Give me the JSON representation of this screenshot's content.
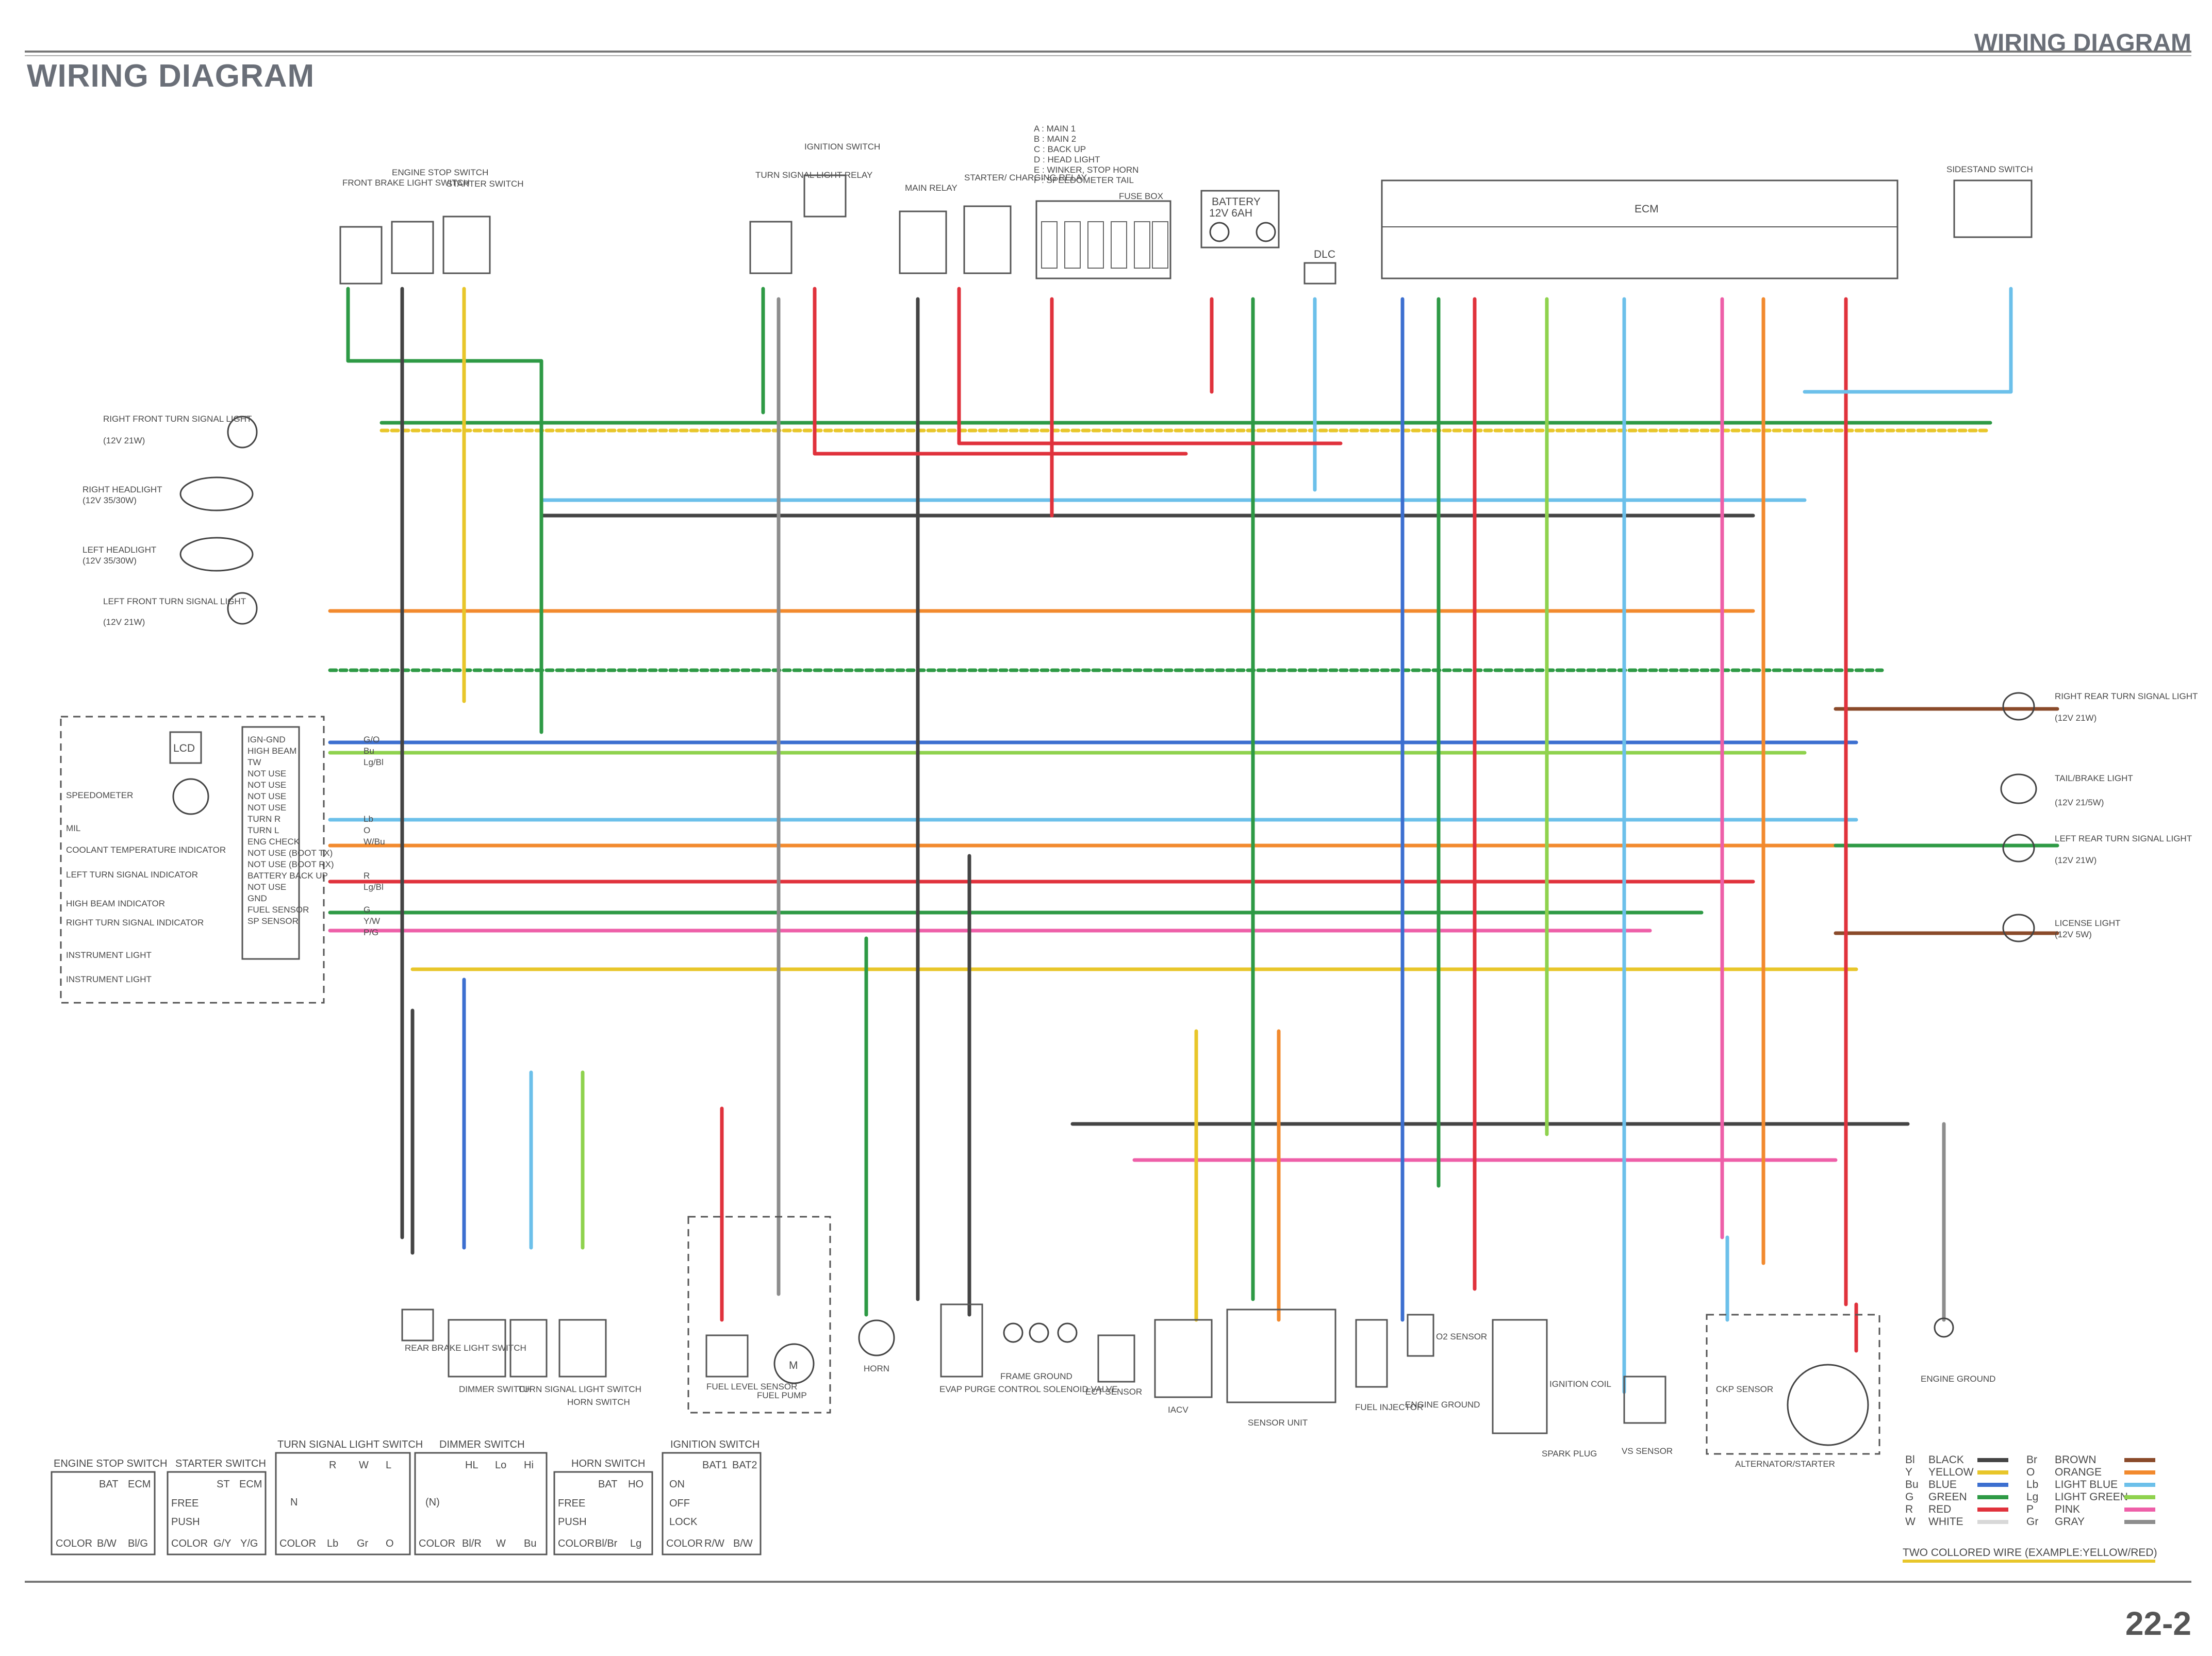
{
  "header": {
    "title_left": "WIRING DIAGRAM",
    "title_right": "WIRING DIAGRAM",
    "page_number": "22-2"
  },
  "components": {
    "front_brake_light_switch": "FRONT BRAKE LIGHT SWITCH",
    "engine_stop_switch": "ENGINE STOP SWITCH",
    "starter_switch": "STARTER SWITCH",
    "turn_signal_light_relay": "TURN SIGNAL LIGHT RELAY",
    "ignition_switch": "IGNITION SWITCH",
    "main_relay": "MAIN RELAY",
    "starter_charging_relay": "STARTER/ CHARGING RELAY",
    "fuse_box": "FUSE BOX",
    "battery": "BATTERY",
    "battery_rating": "12V 6AH",
    "dlc": "DLC",
    "ecm": "ECM",
    "sidestand_switch": "SIDESTAND SWITCH",
    "right_front_turn": "RIGHT FRONT TURN SIGNAL LIGHT",
    "right_front_turn_rating": "(12V 21W)",
    "right_headlight": "RIGHT HEADLIGHT",
    "right_headlight_rating": "(12V 35/30W)",
    "left_headlight": "LEFT HEADLIGHT",
    "left_headlight_rating": "(12V 35/30W)",
    "left_front_turn": "LEFT FRONT TURN SIGNAL LIGHT",
    "left_front_turn_rating": "(12V 21W)",
    "right_rear_turn": "RIGHT REAR TURN SIGNAL LIGHT",
    "right_rear_turn_rating": "(12V 21W)",
    "tail_brake": "TAIL/BRAKE LIGHT",
    "tail_brake_rating": "(12V 21/5W)",
    "left_rear_turn": "LEFT REAR TURN SIGNAL LIGHT",
    "left_rear_turn_rating": "(12V 21W)",
    "license_light": "LICENSE LIGHT",
    "license_light_rating": "(12V 5W)",
    "rear_brake_switch": "REAR BRAKE LIGHT SWITCH",
    "dimmer_switch": "DIMMER SWITCH",
    "turn_signal_switch": "TURN SIGNAL LIGHT SWITCH",
    "horn_switch": "HORN SWITCH",
    "fuel_level_sensor": "FUEL LEVEL SENSOR",
    "fuel_pump": "FUEL PUMP",
    "horn": "HORN",
    "evap_valve": "EVAP PURGE CONTROL SOLENOID VALVE",
    "frame_ground": "FRAME GROUND",
    "ect_sensor": "ECT SENSOR",
    "iacv": "IACV",
    "sensor_unit": "SENSOR UNIT",
    "fuel_injector": "FUEL INJECTOR",
    "o2_sensor": "O2 SENSOR",
    "engine_ground": "ENGINE GROUND",
    "ignition_coil": "IGNITION COIL",
    "spark_plug": "SPARK PLUG",
    "vs_sensor": "VS SENSOR",
    "ckp_sensor": "CKP SENSOR",
    "alternator_starter": "ALTERNATOR/STARTER",
    "engine_ground_2": "ENGINE GROUND"
  },
  "fuse_legend": [
    "A : MAIN 1",
    "B : MAIN 2",
    "C : BACK UP",
    "D : HEAD LIGHT",
    "E : WINKER, STOP HORN",
    "F : SPEEDOMETER TAIL"
  ],
  "meter": {
    "lcd": "LCD",
    "left_labels": [
      "SPEEDOMETER",
      "MIL",
      "COOLANT TEMPERATURE INDICATOR",
      "LEFT TURN SIGNAL INDICATOR",
      "HIGH BEAM INDICATOR",
      "RIGHT TURN SIGNAL INDICATOR",
      "INSTRUMENT LIGHT",
      "INSTRUMENT LIGHT"
    ],
    "pins": [
      "IGN-GND",
      "HIGH BEAM",
      "TW",
      "NOT USE",
      "NOT USE",
      "NOT USE",
      "NOT USE",
      "TURN R",
      "TURN L",
      "ENG CHECK",
      "NOT USE (BOOT TX)",
      "NOT USE (BOOT RX)",
      "BATTERY BACK UP",
      "NOT USE",
      "GND",
      "FUEL SENSOR",
      "SP SENSOR"
    ],
    "wire_codes": [
      "G/O",
      "Bu",
      "Lg/Bl",
      "Lb",
      "O",
      "W/Bu",
      "R",
      "Lg/Bl",
      "G",
      "Y/W",
      "P/G"
    ]
  },
  "wire_color_legend": [
    {
      "code": "Bl",
      "name": "BLACK",
      "color": "#444444"
    },
    {
      "code": "Y",
      "name": "YELLOW",
      "color": "#e8c62a"
    },
    {
      "code": "Bu",
      "name": "BLUE",
      "color": "#3c6fd0"
    },
    {
      "code": "G",
      "name": "GREEN",
      "color": "#2e9a45"
    },
    {
      "code": "R",
      "name": "RED",
      "color": "#e0323c"
    },
    {
      "code": "W",
      "name": "WHITE",
      "color": "#d8d8d8"
    },
    {
      "code": "Br",
      "name": "BROWN",
      "color": "#8a4a2a"
    },
    {
      "code": "O",
      "name": "ORANGE",
      "color": "#f28a2e"
    },
    {
      "code": "Lb",
      "name": "LIGHT BLUE",
      "color": "#6cc0ea"
    },
    {
      "code": "Lg",
      "name": "LIGHT GREEN",
      "color": "#8fd24e"
    },
    {
      "code": "P",
      "name": "PINK",
      "color": "#ee5fa8"
    },
    {
      "code": "Gr",
      "name": "GRAY",
      "color": "#8d8d8d"
    }
  ],
  "two_colored_note": "TWO COLLORED WIRE (EXAMPLE:YELLOW/RED)",
  "switch_tables": {
    "engine_stop": {
      "title": "ENGINE STOP SWITCH",
      "cols": [
        "BAT",
        "ECM"
      ],
      "color_row": [
        "COLOR",
        "B/W",
        "Bl/G"
      ]
    },
    "starter": {
      "title": "STARTER SWITCH",
      "cols": [
        "ST",
        "ECM"
      ],
      "rows": [
        "FREE",
        "PUSH"
      ],
      "color_row": [
        "COLOR",
        "G/Y",
        "Y/G"
      ]
    },
    "turn_signal": {
      "title": "TURN SIGNAL LIGHT SWITCH",
      "cols": [
        "R",
        "W",
        "L"
      ],
      "rows": [
        "",
        "N",
        ""
      ],
      "color_row": [
        "COLOR",
        "Lb",
        "Gr",
        "O"
      ]
    },
    "dimmer": {
      "title": "DIMMER SWITCH",
      "cols": [
        "HL",
        "Lo",
        "Hi"
      ],
      "rows": [
        "",
        "(N)",
        ""
      ],
      "color_row": [
        "COLOR",
        "Bl/R",
        "W",
        "Bu"
      ]
    },
    "horn": {
      "title": "HORN SWITCH",
      "cols": [
        "BAT",
        "HO"
      ],
      "rows": [
        "FREE",
        "PUSH"
      ],
      "color_row": [
        "COLOR",
        "Bl/Br",
        "Lg"
      ]
    },
    "ignition": {
      "title": "IGNITION SWITCH",
      "cols": [
        "BAT1",
        "BAT2"
      ],
      "rows": [
        "ON",
        "OFF",
        "LOCK"
      ],
      "color_row": [
        "COLOR",
        "R/W",
        "B/W"
      ]
    }
  }
}
